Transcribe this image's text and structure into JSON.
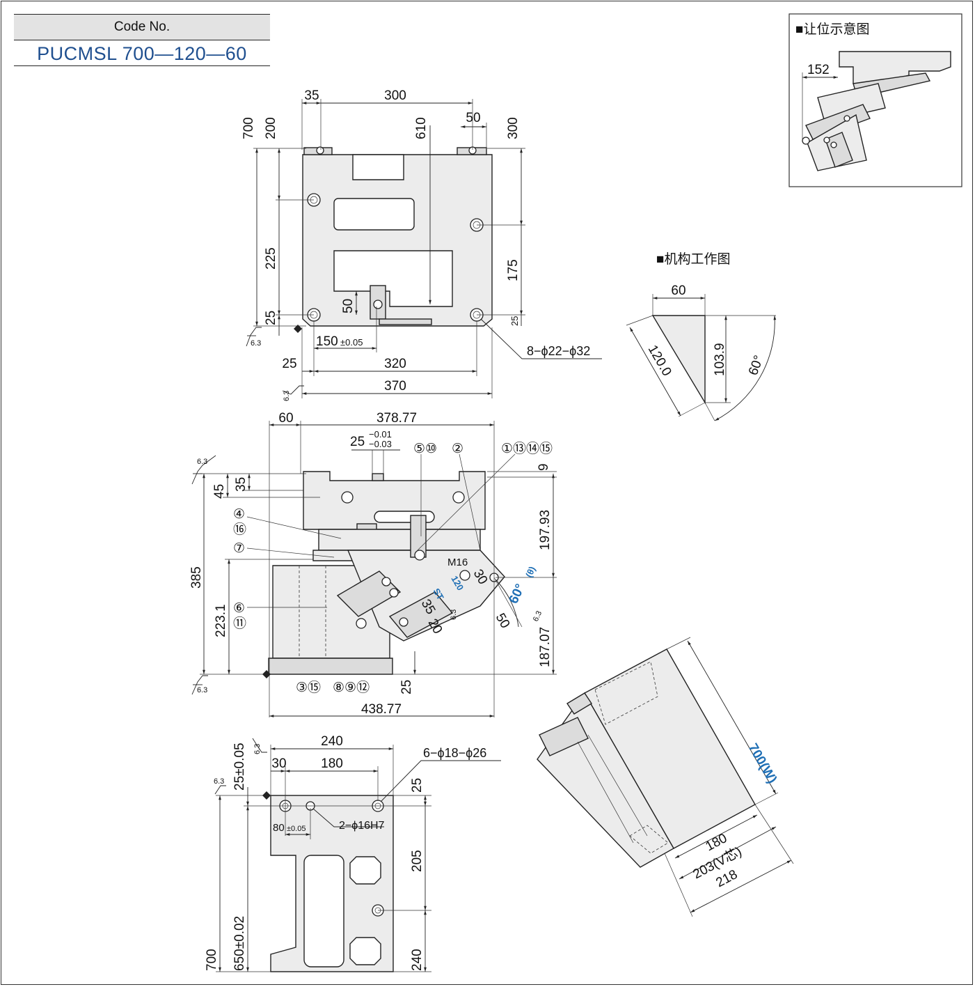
{
  "code": {
    "label": "Code No.",
    "value": "PUCMSL 700—120—60"
  },
  "views": {
    "inset_title": "■让位示意图",
    "mechanism_title": "■机构工作图"
  },
  "top_view": {
    "dims": {
      "d35": "35",
      "d300": "300",
      "d50": "50",
      "d610": "610",
      "d700": "700",
      "d200": "200",
      "d300r": "300",
      "d225": "225",
      "d175": "175",
      "d50v": "50",
      "d25l": "25",
      "d25r": "25",
      "d150": "150",
      "d150tol": "±0.05",
      "d25b": "25",
      "d320": "320",
      "d370": "370",
      "holes": "8−ϕ22−ϕ32",
      "rough1": "6.3",
      "rough2": "6.3"
    }
  },
  "side_view": {
    "dims": {
      "d60": "60",
      "d378": "378.77",
      "d25": "25",
      "tol_up": "−0.01",
      "tol_dn": "−0.03",
      "d9": "9",
      "d45": "45",
      "d35": "35",
      "d197": "197.93",
      "d385": "385",
      "d223": "223.1",
      "d187": "187.07",
      "d25b": "25",
      "d438": "438.77",
      "m16": "M16",
      "d30": "30",
      "d50": "50",
      "d35b": "35",
      "d20": "20",
      "st": "ST",
      "d120": "120",
      "angle": "60°",
      "theta": "(θ)",
      "rough1": "6.3",
      "rough2": "6.3",
      "rough3": "6.3",
      "rough4": "6.3"
    },
    "callouts": {
      "c510": "⑤⑩",
      "c2": "②",
      "c1": "①⑬⑭⑮",
      "c4": "④",
      "c16": "⑯",
      "c7": "⑦",
      "c6": "⑥",
      "c11": "⑪",
      "c315": "③⑮",
      "c8912": "⑧⑨⑫"
    }
  },
  "bottom_view": {
    "dims": {
      "d240": "240",
      "d30": "30",
      "d180": "180",
      "holes": "6−ϕ18−ϕ26",
      "d25tol": "25±0.05",
      "d25": "25",
      "d80": "80",
      "d80tol": "±0.05",
      "pins": "2−ϕ16H7",
      "d205": "205",
      "d700": "700",
      "d650": "650±0.02",
      "d240b": "240",
      "rough1": "6.3",
      "rough2": "6.3"
    }
  },
  "mechanism": {
    "dims": {
      "d60": "60",
      "d120": "120.0",
      "d103": "103.9",
      "angle": "60°"
    }
  },
  "inset": {
    "dims": {
      "d152": "152"
    }
  },
  "iso_view": {
    "dims": {
      "d700w": "700(W)",
      "d180": "180",
      "d203": "203(V芯)",
      "d218": "218"
    }
  }
}
